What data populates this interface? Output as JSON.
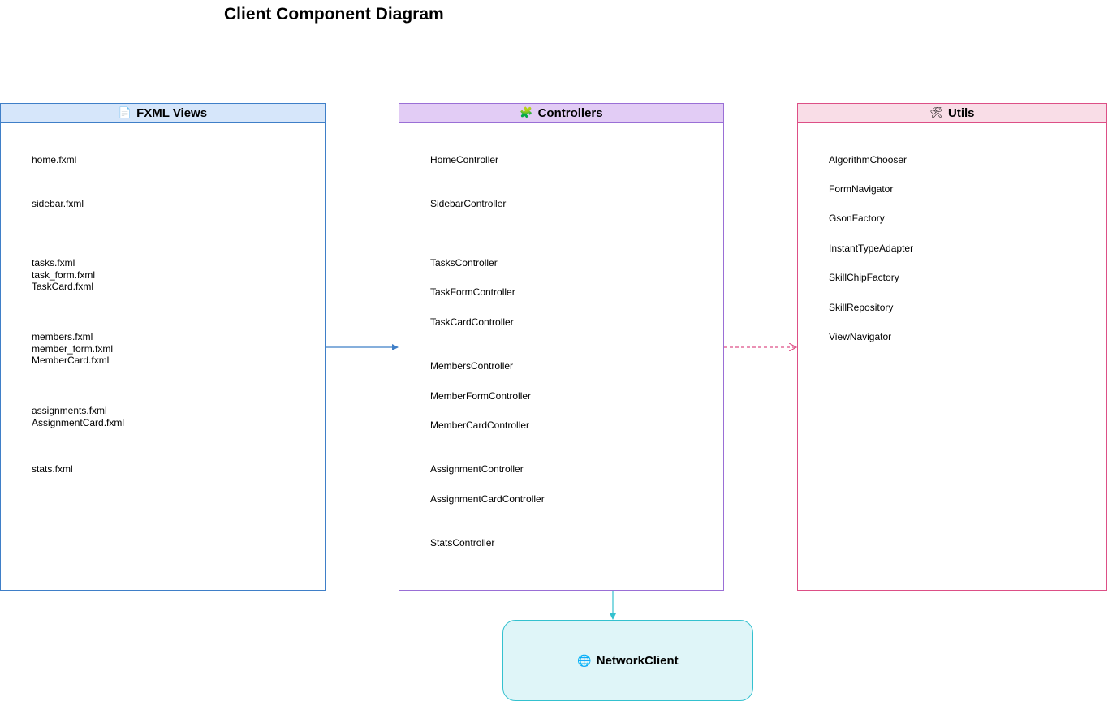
{
  "title": "Client Component Diagram",
  "views": {
    "title": "FXML Views",
    "icon": "document-icon",
    "icon_glyph": "📄",
    "items": [
      "home.fxml",
      "sidebar.fxml",
      "tasks.fxml\ntask_form.fxml\nTaskCard.fxml",
      "members.fxml\nmember_form.fxml\nMemberCard.fxml",
      "assignments.fxml\nAssignmentCard.fxml",
      "stats.fxml"
    ]
  },
  "controllers": {
    "title": "Controllers",
    "icon": "puzzle-icon",
    "icon_glyph": "🧩",
    "items": [
      "HomeController",
      "SidebarController",
      "TasksController",
      "TaskFormController",
      "TaskCardController",
      "MembersController",
      "MemberFormController",
      "MemberCardController",
      "AssignmentController",
      "AssignmentCardController",
      "StatsController"
    ]
  },
  "utils": {
    "title": "Utils",
    "icon": "tools-icon",
    "icon_glyph": "🛠",
    "items": [
      "AlgorithmChooser",
      "FormNavigator",
      "GsonFactory",
      "InstantTypeAdapter",
      "SkillChipFactory",
      "SkillRepository",
      "ViewNavigator"
    ]
  },
  "network": {
    "title": "NetworkClient",
    "icon": "globe-icon",
    "icon_glyph": "🌐"
  },
  "colors": {
    "views_border": "#3f7fc8",
    "controllers_border": "#9a6fd6",
    "utils_border": "#dd4f86",
    "network_border": "#34c1cf"
  }
}
